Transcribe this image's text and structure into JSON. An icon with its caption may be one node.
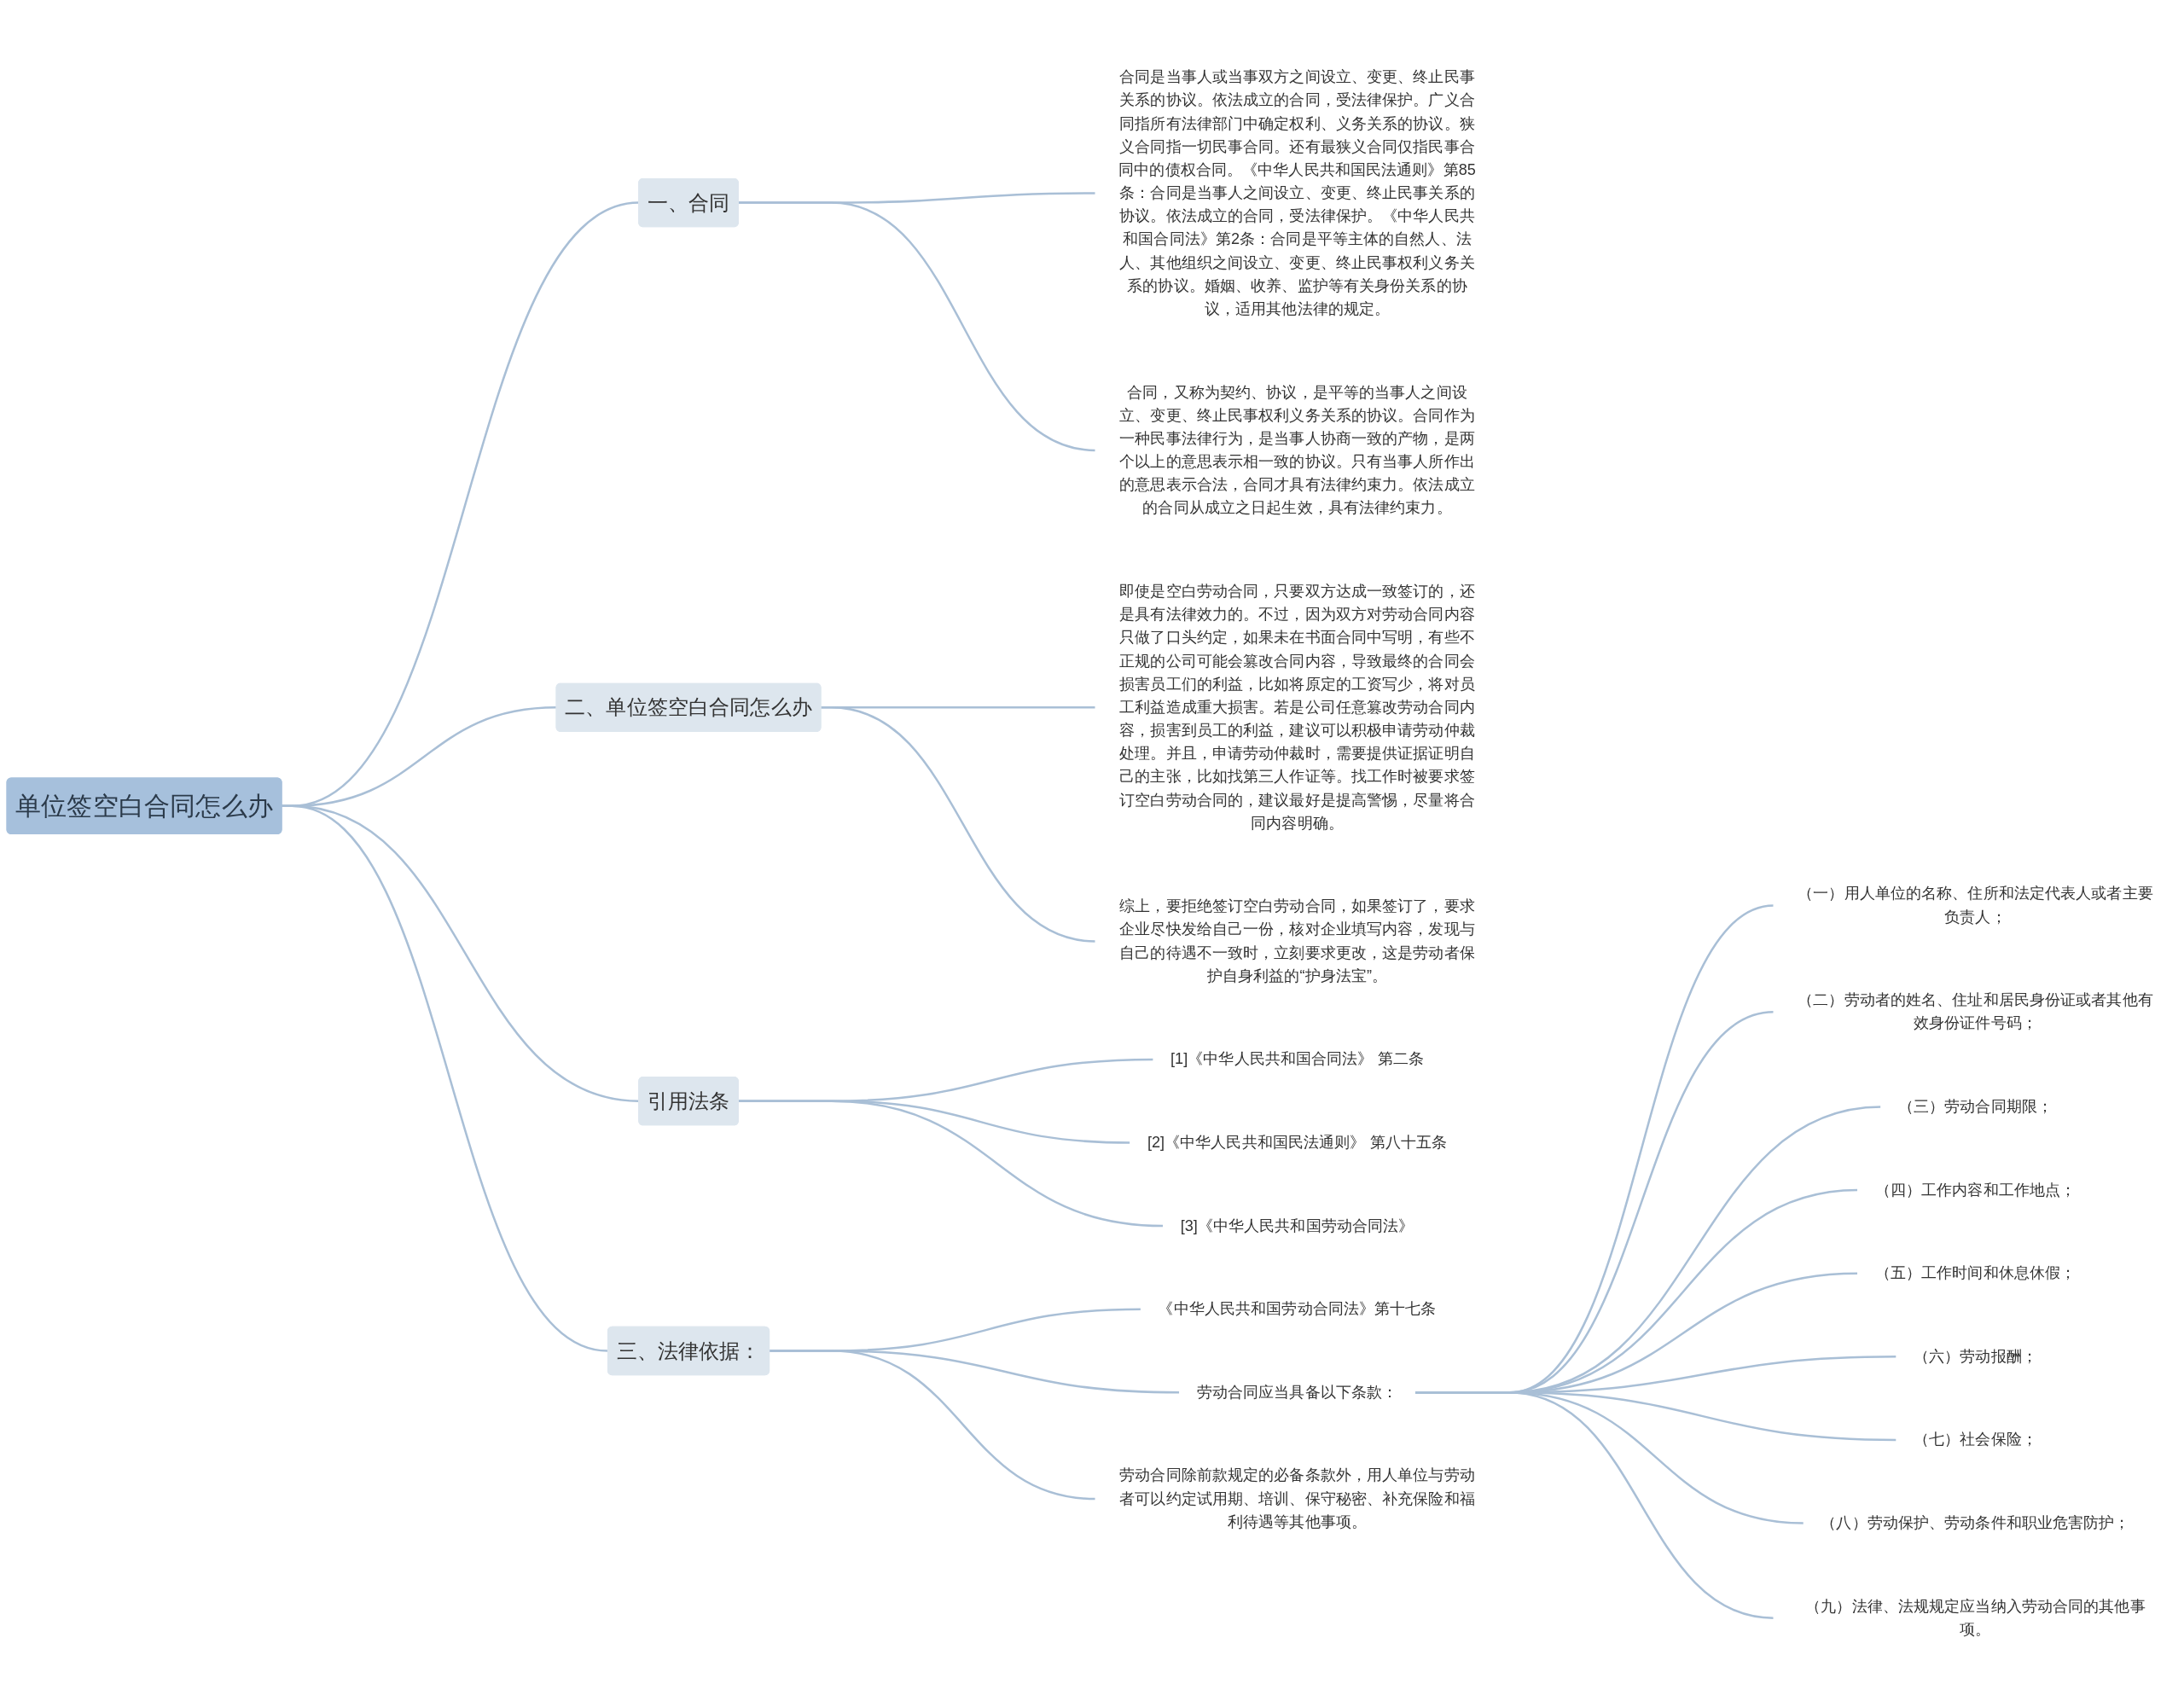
{
  "diagram": {
    "nodes": [
      {
        "text": [
          "单位签空白合同怎么办"
        ]
      },
      {
        "text": [
          "一、合同"
        ]
      },
      {
        "text": [
          "合同是当事人或当事双方之间设立、变更、终止民事关系的协议。依法成立的合同，受法律保护。广义合同指所有法律部门中确定权利、义务关系的协议。狭义合同指一切民事合同。还有最狭义合同仅指民事合同中的债权合同。《中华人民共和国民法通则》第85条：合同是当事人之间设立、变更、终止民事关系的协议。依法成立的合同，受法律保护。《中华人民共和国合同法》第2条：合同是平等主体的自然人、法人、其他组织之间设立、变更、终止民事权利义务关系的协议。婚姻、收养、监护等有关身份关系的协议，适用其他法律的规定。"
        ]
      },
      {
        "text": [
          "合同，又称为契约、协议，是平等的当事人之间设立、变更、终止民事权利义务关系的协议。合同作为一种民事法律行为，是当事人协商一致的产物，是两个以上的意思表示相一致的协议。只有当事人所作出的意思表示合法，合同才具有法律约束力。依法成立的合同从成立之日起生效，具有法律约束力。"
        ]
      },
      {
        "text": [
          "二、单位签空白合同怎么办"
        ]
      },
      {
        "text": [
          "即使是空白劳动合同，只要双方达成一致签订的，还是具有法律效力的。不过，因为双方对劳动合同内容只做了口头约定，如果未在书面合同中写明，有些不正规的公司可能会篡改合同内容，导致最终的合同会损害员工们的利益，比如将原定的工资写少，将对员工利益造成重大损害。若是公司任意篡改劳动合同内容，损害到员工的利益，建议可以积极申请劳动仲裁处理。并且，申请劳动仲裁时，需要提供证据证明自己的主张，比如找第三人作证等。找工作时被要求签订空白劳动合同的，建议最好是提高警惕，尽量将合同内容明确。"
        ]
      },
      {
        "text": [
          "综上，要拒绝签订空白劳动合同，如果签订了，要求企业尽快发给自己一份，核对企业填写内容，发现与自己的待遇不一致时，立刻要求更改，这是劳动者保护自身利益的“护身法宝”。"
        ]
      },
      {
        "text": [
          "引用法条"
        ]
      },
      {
        "text": [
          "[1]《中华人民共和国合同法》 第二条"
        ]
      },
      {
        "text": [
          "[2]《中华人民共和国民法通则》 第八十五条"
        ]
      },
      {
        "text": [
          "[3]《中华人民共和国劳动合同法》"
        ]
      },
      {
        "text": [
          "三、法律依据："
        ]
      },
      {
        "text": [
          "《中华人民共和国劳动合同法》第十七条"
        ]
      },
      {
        "text": [
          "劳动合同应当具备以下条款："
        ]
      },
      {
        "text": [
          "（一）用人单位的名称、住所和法定代表人或者主要负责人；"
        ]
      },
      {
        "text": [
          "（二）劳动者的姓名、住址和居民身份证或者其他有效身份证件号码；"
        ]
      },
      {
        "text": [
          "（三）劳动合同期限；"
        ]
      },
      {
        "text": [
          "（四）工作内容和工作地点；"
        ]
      },
      {
        "text": [
          "（五）工作时间和休息休假；"
        ]
      },
      {
        "text": [
          "（六）劳动报酬；"
        ]
      },
      {
        "text": [
          "（七）社会保险；"
        ]
      },
      {
        "text": [
          "（八）劳动保护、劳动条件和职业危害防护；"
        ]
      },
      {
        "text": [
          "（九）法律、法规规定应当纳入劳动合同的其他事项。"
        ]
      },
      {
        "text": [
          "劳动合同除前款规定的必备条款外，用人单位与劳动者可以约定试用期、培训、保守秘密、补充保险和福利待遇等其他事项。"
        ]
      }
    ],
    "edges": [
      {
        "from": 0,
        "to": 1,
        "arrow": "none"
      },
      {
        "from": 1,
        "to": 2,
        "arrow": "none"
      },
      {
        "from": 1,
        "to": 3,
        "arrow": "none"
      },
      {
        "from": 0,
        "to": 4,
        "arrow": "none"
      },
      {
        "from": 4,
        "to": 5,
        "arrow": "none"
      },
      {
        "from": 4,
        "to": 6,
        "arrow": "none"
      },
      {
        "from": 0,
        "to": 7,
        "arrow": "none"
      },
      {
        "from": 7,
        "to": 8,
        "arrow": "none"
      },
      {
        "from": 7,
        "to": 9,
        "arrow": "none"
      },
      {
        "from": 7,
        "to": 10,
        "arrow": "none"
      },
      {
        "from": 0,
        "to": 11,
        "arrow": "none"
      },
      {
        "from": 11,
        "to": 12,
        "arrow": "none"
      },
      {
        "from": 11,
        "to": 13,
        "arrow": "none"
      },
      {
        "from": 13,
        "to": 14,
        "arrow": "none"
      },
      {
        "from": 13,
        "to": 15,
        "arrow": "none"
      },
      {
        "from": 13,
        "to": 16,
        "arrow": "none"
      },
      {
        "from": 13,
        "to": 17,
        "arrow": "none"
      },
      {
        "from": 13,
        "to": 18,
        "arrow": "none"
      },
      {
        "from": 13,
        "to": 19,
        "arrow": "none"
      },
      {
        "from": 13,
        "to": 20,
        "arrow": "none"
      },
      {
        "from": 13,
        "to": 21,
        "arrow": "none"
      },
      {
        "from": 13,
        "to": 22,
        "arrow": "none"
      },
      {
        "from": 11,
        "to": 23,
        "arrow": "none"
      }
    ]
  }
}
